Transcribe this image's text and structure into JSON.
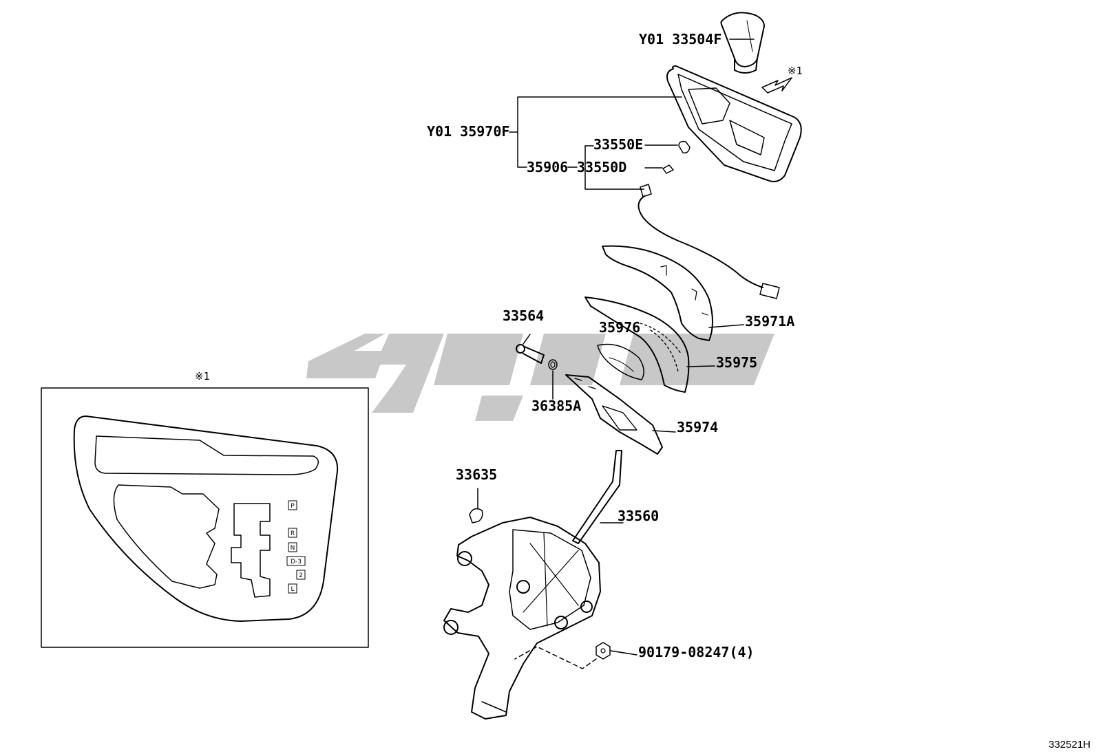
{
  "diagram": {
    "parts": {
      "knob": "Y01 33504F",
      "plate_assy": "Y01 35970F",
      "sub_assy": "35906",
      "bulb_e": "33550E",
      "bulb_d": "33550D",
      "upper_cover": "35971A",
      "indicator": "35976",
      "slide_plate": "35975",
      "slider": "35974",
      "pin": "33564",
      "spring": "36385A",
      "clip": "33635",
      "lever_assy": "33560",
      "nut": "90179-08247(4)"
    },
    "reference_mark": "※1",
    "inset": {
      "title": "※1",
      "positions": [
        "P",
        "R",
        "N",
        "D-3",
        "2",
        "L"
      ]
    },
    "watermark_color": "#c8c8c8",
    "illustration_code": "332521H"
  }
}
